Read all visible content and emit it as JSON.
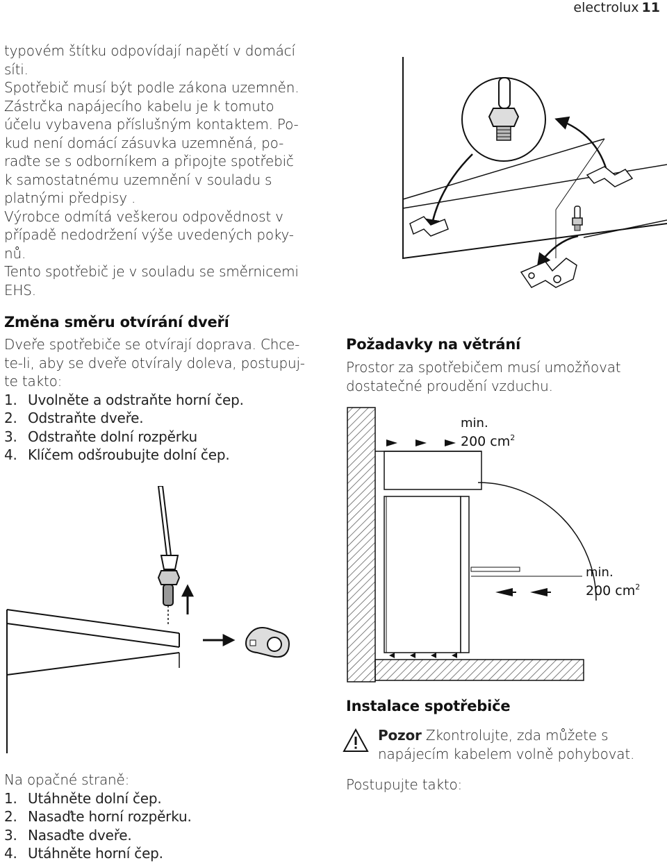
{
  "header": {
    "brand": "electrolux",
    "page_number": "11"
  },
  "left_column": {
    "para1": [
      "typovém štítku odpovídají napětí v domácí",
      "síti."
    ],
    "para2": [
      "Spotřebič musí být podle zákona uzemněn.",
      "Zástrčka napájecího kabelu je k tomuto",
      "účelu vybavena příslušným kontaktem. Po-",
      "kud není domácí zásuvka uzemněná, po-",
      "raďte se s odborníkem a připojte spotřebič",
      "k samostatnému uzemnění v souladu s",
      "platnými předpisy ."
    ],
    "para3": [
      "Výrobce odmítá veškerou odpovědnost v",
      "případě nedodržení výše uvedených poky-",
      "nů."
    ],
    "para4": [
      "Tento spotřebič je v souladu se směrnicemi",
      "EHS."
    ],
    "door_heading": "Změna směru otvírání dveří",
    "door_intro": [
      "Dveře spotřebiče se otvírají doprava. Chce-",
      "te-li, aby se dveře otvíraly doleva, postupuj-",
      "te takto:"
    ],
    "door_steps": [
      {
        "n": "1.",
        "text": "Uvolněte a odstraňte horní čep."
      },
      {
        "n": "2.",
        "text": "Odstraňte dveře."
      },
      {
        "n": "3.",
        "text": "Odstraňte dolní rozpěrku"
      },
      {
        "n": "4.",
        "text": "Klíčem odšroubujte dolní čep."
      }
    ],
    "reverse_heading": "Na opačné straně:",
    "reverse_steps": [
      {
        "n": "1.",
        "text": "Utáhněte dolní čep."
      },
      {
        "n": "2.",
        "text": "Nasaďte horní rozpěrku."
      },
      {
        "n": "3.",
        "text": "Nasaďte dveře."
      },
      {
        "n": "4.",
        "text": "Utáhněte horní čep."
      }
    ]
  },
  "right_column": {
    "vent_heading": "Požadavky na větrání",
    "vent_text": [
      "Prostor za spotřebičem musí umožňovat",
      "dostatečné proudění vzduchu."
    ],
    "vent_label_top": {
      "line1": "min.",
      "line2": "200 cm",
      "sup": "2"
    },
    "vent_label_bottom": {
      "line1": "min.",
      "line2": "200 cm",
      "sup": "2"
    },
    "install_heading": "Instalace spotřebiče",
    "warning_title": "Pozor",
    "warning_text_1": " Zkontrolujte, zda můžete s",
    "warning_text_2": "napájecím kabelem volně pohybovat.",
    "procedure": "Postupujte takto:"
  },
  "colors": {
    "text": "#222222",
    "line": "#1a1a1a",
    "hatch": "#555555"
  }
}
